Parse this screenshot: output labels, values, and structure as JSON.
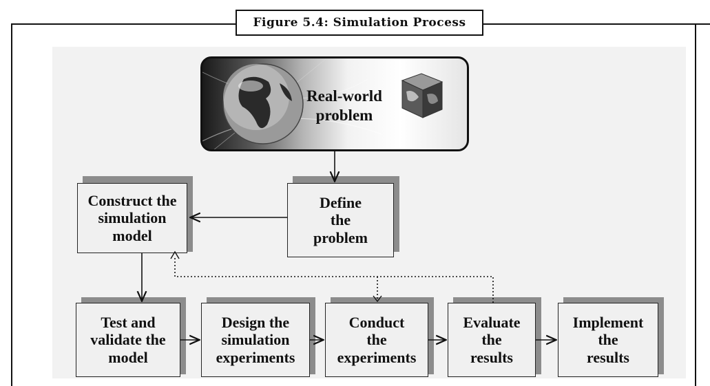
{
  "figure": {
    "title": "Figure 5.4: Simulation Process"
  },
  "top_node": {
    "label": "Real-world\nproblem"
  },
  "steps": {
    "define": "Define\nthe\nproblem",
    "construct": "Construct the\nsimulation\nmodel",
    "test": "Test and\nvalidate the\nmodel",
    "design": "Design the\nsimulation\nexperiments",
    "conduct": "Conduct\nthe\nexperiments",
    "evaluate": "Evaluate\nthe\nresults",
    "implement": "Implement\nthe\nresults"
  },
  "icons": {
    "globe": "globe-icon",
    "cube": "cube-icon"
  },
  "colors": {
    "box_fill": "#f0f0f0",
    "shadow": "#8c8c8c",
    "background": "#f2f2f2",
    "stroke": "#111111"
  }
}
